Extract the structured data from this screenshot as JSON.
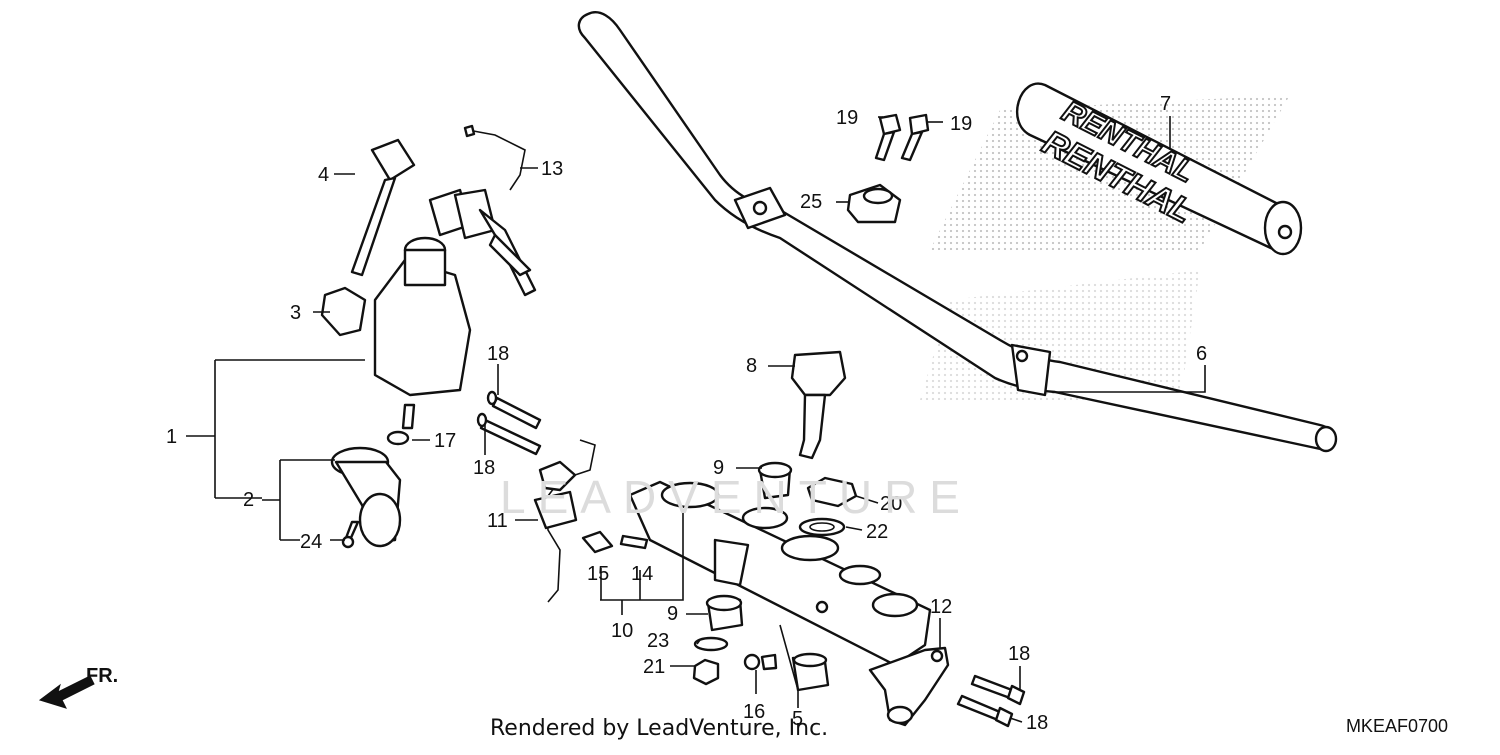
{
  "diagram": {
    "callouts": [
      {
        "id": "c1",
        "text": "1"
      },
      {
        "id": "c2",
        "text": "2"
      },
      {
        "id": "c3",
        "text": "3"
      },
      {
        "id": "c4",
        "text": "4"
      },
      {
        "id": "c5",
        "text": "5"
      },
      {
        "id": "c6",
        "text": "6"
      },
      {
        "id": "c7",
        "text": "7"
      },
      {
        "id": "c8",
        "text": "8"
      },
      {
        "id": "c9a",
        "text": "9"
      },
      {
        "id": "c9b",
        "text": "9"
      },
      {
        "id": "c10",
        "text": "10"
      },
      {
        "id": "c11",
        "text": "11"
      },
      {
        "id": "c12",
        "text": "12"
      },
      {
        "id": "c13",
        "text": "13"
      },
      {
        "id": "c14",
        "text": "14"
      },
      {
        "id": "c15",
        "text": "15"
      },
      {
        "id": "c16",
        "text": "16"
      },
      {
        "id": "c17",
        "text": "17"
      },
      {
        "id": "c18a",
        "text": "18"
      },
      {
        "id": "c18b",
        "text": "18"
      },
      {
        "id": "c18c",
        "text": "18"
      },
      {
        "id": "c18d",
        "text": "18"
      },
      {
        "id": "c19a",
        "text": "19"
      },
      {
        "id": "c19b",
        "text": "19"
      },
      {
        "id": "c20",
        "text": "20"
      },
      {
        "id": "c21",
        "text": "21"
      },
      {
        "id": "c22",
        "text": "22"
      },
      {
        "id": "c23",
        "text": "23"
      },
      {
        "id": "c24",
        "text": "24"
      },
      {
        "id": "c25",
        "text": "25"
      }
    ],
    "pad_brand_text": "RENTHAL",
    "front_indicator": "FR.",
    "footer": "Rendered by LeadVenture, Inc.",
    "diagram_code": "MKEAF0700",
    "watermark": "LEADVENTURE"
  }
}
